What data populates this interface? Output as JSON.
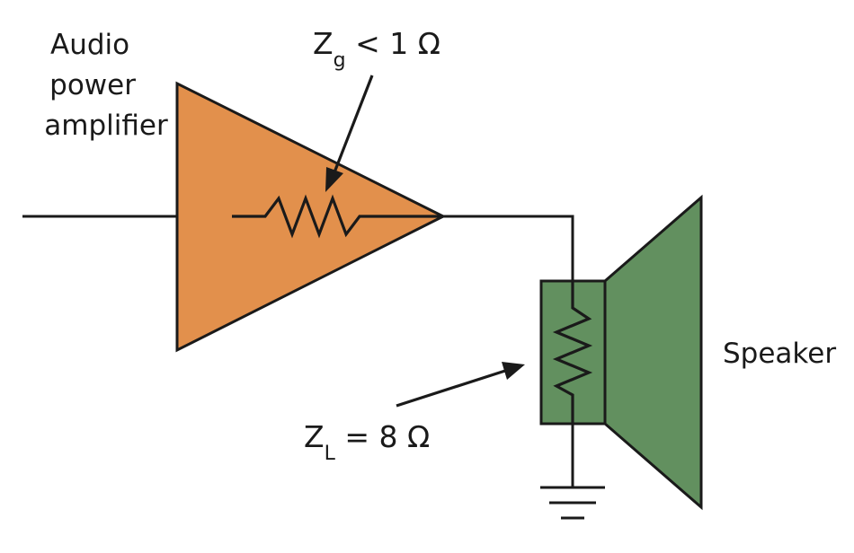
{
  "labels": {
    "amplifier_line1": "Audio",
    "amplifier_line2": "power",
    "amplifier_line3": "amplifier",
    "zg_main": "Z",
    "zg_sub": "g",
    "zg_rest": " < 1 Ω",
    "zl_main": "Z",
    "zl_sub": "L",
    "zl_rest": " = 8 Ω",
    "speaker": "Speaker"
  },
  "colors": {
    "amplifier_fill": "#E2904C",
    "speaker_fill": "#62905F",
    "line": "#1A1A1A"
  }
}
